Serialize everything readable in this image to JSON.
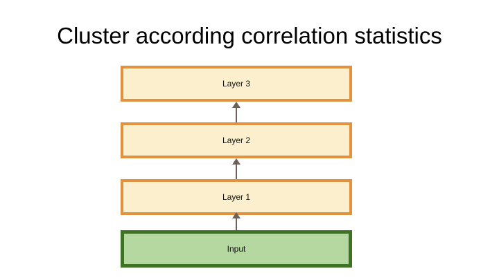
{
  "slide": {
    "title": "Cluster according correlation statistics",
    "background_color": "#ffffff"
  },
  "diagram": {
    "type": "vertical-stack-flow",
    "direction": "bottom-to-top",
    "nodes": [
      {
        "id": "layer3",
        "label": "Layer 3",
        "kind": "layer",
        "border_color": "#e2923f",
        "fill_color": "#fcefcd"
      },
      {
        "id": "layer2",
        "label": "Layer 2",
        "kind": "layer",
        "border_color": "#e2923f",
        "fill_color": "#fcefcd"
      },
      {
        "id": "layer1",
        "label": "Layer 1",
        "kind": "layer",
        "border_color": "#e2923f",
        "fill_color": "#fcefcd"
      },
      {
        "id": "input",
        "label": "Input",
        "kind": "input",
        "border_color": "#3d7322",
        "fill_color": "#b5d8a0"
      }
    ],
    "arrows": [
      {
        "id": "input-to-layer1",
        "from": "input",
        "to": "layer1",
        "color": "#6b6157",
        "icon": "arrow-up-icon"
      },
      {
        "id": "layer1-to-layer2",
        "from": "layer1",
        "to": "layer2",
        "color": "#6b6157",
        "icon": "arrow-up-icon"
      },
      {
        "id": "layer2-to-layer3",
        "from": "layer2",
        "to": "layer3",
        "color": "#6b6157",
        "icon": "arrow-up-icon"
      }
    ]
  }
}
